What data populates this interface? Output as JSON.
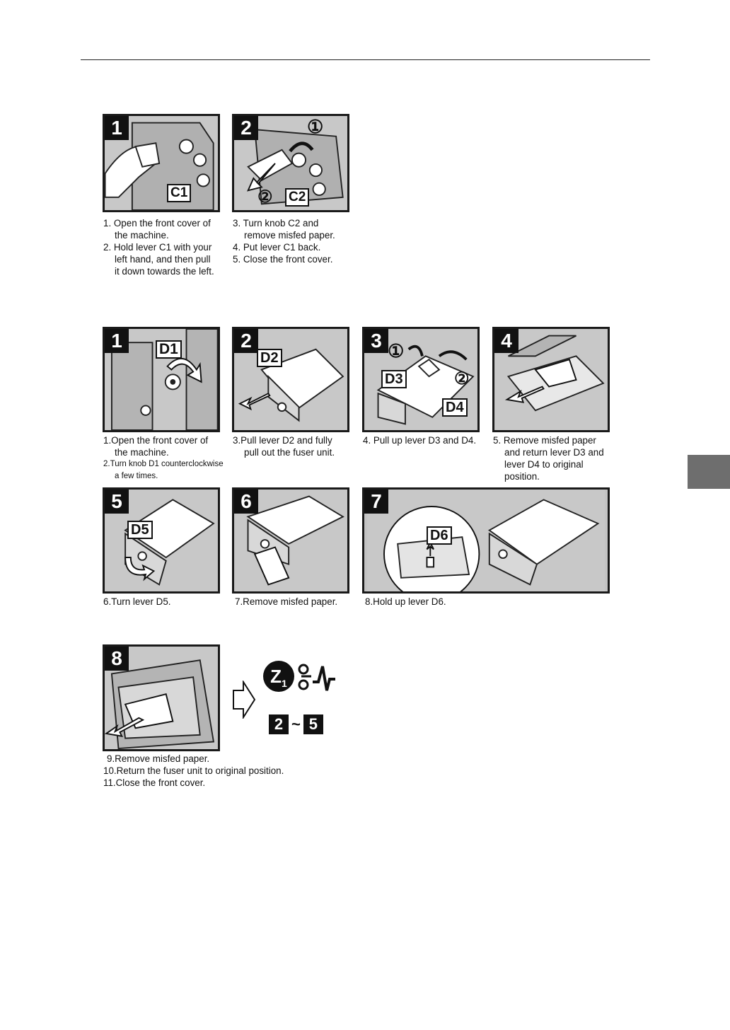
{
  "upper_section": {
    "panels": [
      {
        "step": "1",
        "callouts": [
          "C1"
        ]
      },
      {
        "step": "2",
        "callouts": [
          "①",
          "②",
          "C2"
        ]
      }
    ],
    "caption_left": [
      "1. Open the front cover of",
      "the machine.",
      "2. Hold lever C1 with your",
      "left hand, and then pull",
      "it down towards the left."
    ],
    "caption_right": [
      "3. Turn knob C2 and",
      "remove misfed paper.",
      "4. Put lever C1 back.",
      "5. Close the front cover."
    ]
  },
  "lower_section": {
    "panels": [
      {
        "step": "1",
        "callouts": [
          "D1"
        ]
      },
      {
        "step": "2",
        "callouts": [
          "D2"
        ]
      },
      {
        "step": "3",
        "callouts": [
          "①",
          "②",
          "D3",
          "D4"
        ]
      },
      {
        "step": "4",
        "callouts": []
      },
      {
        "step": "5",
        "callouts": [
          "D5"
        ]
      },
      {
        "step": "6",
        "callouts": []
      },
      {
        "step": "7",
        "callouts": [
          "D6"
        ]
      },
      {
        "step": "8",
        "callouts": []
      }
    ],
    "captions": {
      "p1": [
        "1.Open the front cover of",
        "the machine.",
        "2.Turn knob D1 counterclockwise",
        "a few times."
      ],
      "p2": [
        "3.Pull lever D2 and fully",
        "pull out the fuser unit."
      ],
      "p3": [
        "4. Pull up lever D3 and D4."
      ],
      "p4": [
        "5. Remove misfed paper",
        "and return lever D3 and",
        "lever D4 to original",
        "position."
      ],
      "p5": [
        "6.Turn lever D5."
      ],
      "p6": [
        "7.Remove misfed paper."
      ],
      "p7": [
        "8.Hold up lever D6."
      ],
      "p8": [
        "9.Remove misfed paper.",
        "10.Return the fuser unit to original position.",
        "11.Close the front cover."
      ]
    },
    "reference": {
      "label": "Z",
      "subscript": "1",
      "range_start": "2",
      "range_sep": "~",
      "range_end": "5"
    }
  }
}
